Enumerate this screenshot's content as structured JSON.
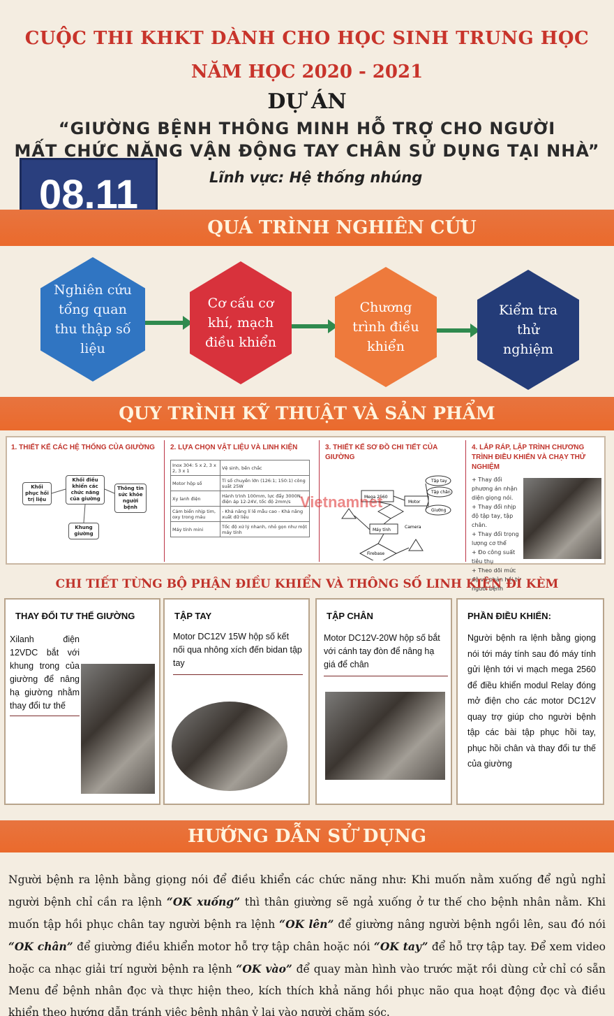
{
  "header": {
    "contest": "CUỘC THI KHKT DÀNH CHO HỌC SINH TRUNG HỌC",
    "year": "NĂM HỌC 2020 - 2021",
    "project_label": "DỰ ÁN",
    "project_line1": "“GIƯỜNG BỆNH THÔNG MINH HỖ TRỢ CHO NGƯỜI",
    "project_line2": "MẤT CHỨC NĂNG VẬN ĐỘNG TAY CHÂN SỬ DỤNG TẠI NHÀ”",
    "field": "Lĩnh vực: Hệ thống nhúng",
    "code": "08.11"
  },
  "research": {
    "heading": "QUÁ TRÌNH NGHIÊN CỨU",
    "steps": [
      "Nghiên cứu tổng quan thu thập số liệu",
      "Cơ cấu cơ khí, mạch điều khiển",
      "Chương trình điều khiển",
      "Kiểm tra thử nghiệm"
    ]
  },
  "technical": {
    "heading": "QUY TRÌNH KỸ THUẬT VÀ SẢN PHẨM",
    "panel1_title": "1. THIẾT KẾ CÁC HỆ THỐNG CỦA GIƯỜNG",
    "panel1_nodes": [
      "Khối phục hồi trị liệu",
      "Khối điều khiển các chức năng của giường",
      "Thông tin sức khỏe người bệnh",
      "Khung giường"
    ],
    "panel2_title": "2. LỰA CHỌN VẬT LIỆU VÀ LINH KIỆN",
    "panel2_rows": [
      [
        "Inox 304: 5 x 2, 3 x 2, 3 x 1",
        "Vệ sinh, bền chắc"
      ],
      [
        "Motor hộp số",
        "Tỉ số chuyền lớn (126:1; 150:1) công suất 25W"
      ],
      [
        "Xy lanh điện",
        "Hành trình 100mm, lực đẩy 3000N, điện áp 12-24V, tốc độ 2mm/s"
      ],
      [
        "Cảm biến nhịp tim, oxy trong máu",
        "- Khả năng lí lẽ mẫu cao - Khả năng xuất dữ liệu"
      ],
      [
        "Máy tính mini",
        "Tốc độ xử lý nhanh, nhỏ gọn như một máy tính"
      ]
    ],
    "panel3_title": "3. THIẾT KẾ SƠ ĐỒ CHI TIẾT CỦA GIƯỜNG",
    "panel3_nodes": [
      "Mega 2560",
      "Motor",
      "Máy tính",
      "Camera",
      "Firebase",
      "Tập tay",
      "Tập chân",
      "Giường"
    ],
    "panel4_title": "4. LẮP RÁP, LẬP TRÌNH CHƯƠNG TRÌNH ĐIỀU KHIỂN VÀ CHẠY THỬ NGHIỆM",
    "panel4_list": [
      "+ Thay đổi phương án nhận diện giọng nói.",
      "+ Thay đổi nhịp độ tập tay, tập chân.",
      "+ Thay đổi trọng lượng cơ thể",
      "+ Đo công suất tiêu thụ",
      "+ Theo dõi mức độ và phản hồi từ người bệnh"
    ],
    "watermark": "Vietnamnet"
  },
  "details": {
    "heading": "CHI TIẾT TỪNG BỘ PHẬN ĐIỀU KHIỂN VÀ THÔNG SỐ LINH KIỆN ĐI KÈM",
    "cards": [
      {
        "title": "THAY ĐỔI TƯ THẾ GIƯỜNG",
        "text": "Xilanh điện 12VDC bắt với khung trong của giường để nâng hạ giường nhằm thay đổi tư thế"
      },
      {
        "title": "TẬP TAY",
        "text": "Motor DC12V 15W hộp số kết nối qua nhông xích đến bidan tập tay"
      },
      {
        "title": "TẬP CHÂN",
        "text": "Motor DC12V-20W hộp số bắt với cánh tay đòn để nâng hạ giá để chân"
      },
      {
        "title": "PHẦN ĐIỀU KHIỂN:",
        "text": "Người bệnh ra lệnh bằng giọng nói tới máy tính sau đó máy tính gửi lệnh tới vi mạch mega 2560 để điều khiển modul Relay đóng mở điện cho các motor DC12V quay trợ giúp cho người bệnh tập các bài tập phục hồi tay, phục hồi chân và thay đổi tư thế của giường"
      }
    ]
  },
  "usage": {
    "heading": "HƯỚNG DẪN SỬ DỤNG",
    "part1": "Người bệnh ra lệnh bằng giọng nói để điều khiển các chức năng như: Khi muốn nằm xuống để ngủ nghỉ người bệnh chỉ cần ra lệnh ",
    "cmd1": "“OK xuống”",
    "part2": " thì thân giường sẽ ngả xuống ở tư thế cho bệnh nhân nằm. Khi muốn tập hồi phục chân tay người bệnh ra lệnh ",
    "cmd2": "“OK lên”",
    "part3": " để giường nâng người bệnh ngồi lên, sau đó nói ",
    "cmd3": "“OK chân”",
    "part4": " để giường điều khiển motor hỗ trợ tập chân hoặc nói ",
    "cmd4": "“OK tay”",
    "part5": " để hỗ trợ tập tay. Để xem video hoặc ca nhạc giải trí người bệnh ra lệnh ",
    "cmd5": "“OK vào”",
    "part6": " để quay màn hình vào trước mặt rồi dùng cử chỉ có sẵn Menu để bệnh nhân đọc và thực hiện theo, kích thích khả năng hồi phục não qua hoạt động đọc và điều khiển theo hướng dẫn tránh việc bệnh nhân ỷ lại vào người chăm sóc."
  }
}
